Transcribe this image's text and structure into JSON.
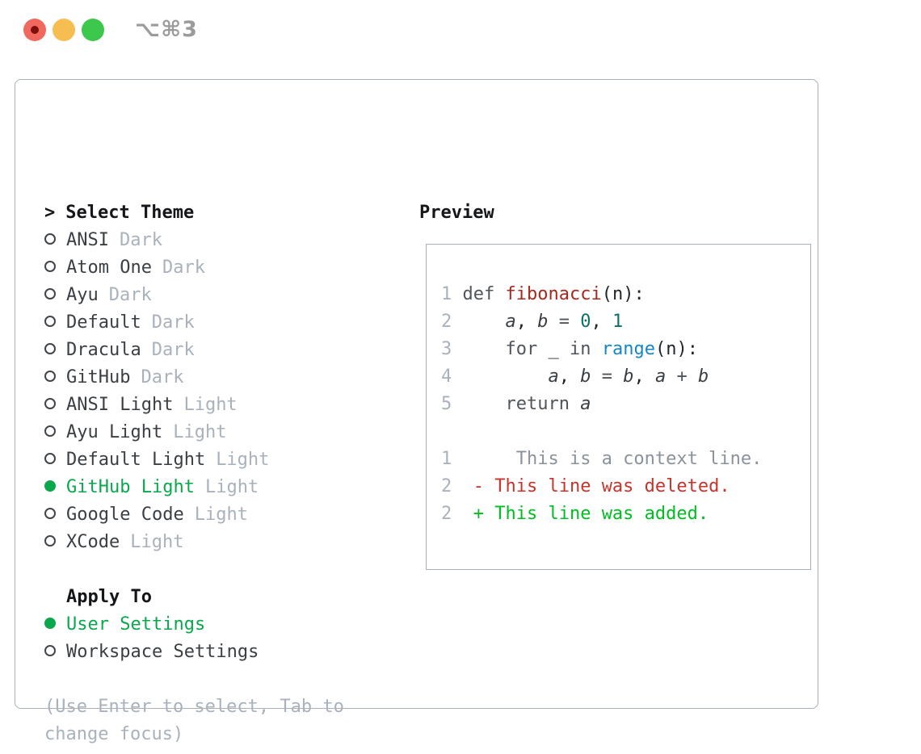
{
  "titlebar": {
    "title": "⌥⌘3",
    "buttons": [
      "close",
      "minimize",
      "zoom"
    ]
  },
  "colors": {
    "traffic_red": "#f1695e",
    "traffic_red_dot": "#7c1007",
    "traffic_yellow": "#f6be50",
    "traffic_green": "#3bc84c",
    "panel_border": "#a7b0b9",
    "text_dark": "#3a3f44",
    "text_header": "#141619",
    "text_muted": "#a9b2bc",
    "selected_green": "#0aa84c",
    "keyword_gray": "#50555b",
    "function_red": "#a8281e",
    "number_teal": "#0e6f6a",
    "builtin_blue": "#1687c5",
    "context_gray": "#8a929c",
    "diff_deleted_red": "#c9342a",
    "diff_added_green": "#00bd22",
    "title_gray": "#9b9b9b"
  },
  "theme_panel": {
    "prompt": ">",
    "header": "Select Theme",
    "themes": [
      {
        "name": "ANSI",
        "variant": "Dark",
        "selected": false
      },
      {
        "name": "Atom One",
        "variant": "Dark",
        "selected": false
      },
      {
        "name": "Ayu",
        "variant": "Dark",
        "selected": false
      },
      {
        "name": "Default",
        "variant": "Dark",
        "selected": false
      },
      {
        "name": "Dracula",
        "variant": "Dark",
        "selected": false
      },
      {
        "name": "GitHub",
        "variant": "Dark",
        "selected": false
      },
      {
        "name": "ANSI Light",
        "variant": "Light",
        "selected": false
      },
      {
        "name": "Ayu Light",
        "variant": "Light",
        "selected": false
      },
      {
        "name": "Default Light",
        "variant": "Light",
        "selected": false
      },
      {
        "name": "GitHub Light",
        "variant": "Light",
        "selected": true
      },
      {
        "name": "Google Code",
        "variant": "Light",
        "selected": false
      },
      {
        "name": "XCode",
        "variant": "Light",
        "selected": false
      }
    ],
    "apply_to": {
      "header": "Apply To",
      "options": [
        {
          "label": "User Settings",
          "selected": true
        },
        {
          "label": "Workspace Settings",
          "selected": false
        }
      ]
    },
    "help": [
      "(Use Enter to select, Tab to",
      "change focus)"
    ]
  },
  "preview": {
    "header": "Preview",
    "lines": [
      {
        "num": "1",
        "segs": [
          [
            "pn",
            " "
          ],
          [
            "kw",
            "def"
          ],
          [
            "pn",
            " "
          ],
          [
            "fn",
            "fibonacci"
          ],
          [
            "pn",
            "(n):"
          ]
        ]
      },
      {
        "num": "2",
        "segs": [
          [
            "pn",
            "     "
          ],
          [
            "vr",
            "a"
          ],
          [
            "pn",
            ", "
          ],
          [
            "vr",
            "b"
          ],
          [
            "pn",
            " "
          ],
          [
            "op",
            "="
          ],
          [
            "pn",
            " "
          ],
          [
            "nm",
            "0"
          ],
          [
            "pn",
            ", "
          ],
          [
            "nm",
            "1"
          ]
        ]
      },
      {
        "num": "3",
        "segs": [
          [
            "pn",
            "     "
          ],
          [
            "kw",
            "for"
          ],
          [
            "pn",
            " _ "
          ],
          [
            "kw",
            "in"
          ],
          [
            "pn",
            " "
          ],
          [
            "bi",
            "range"
          ],
          [
            "pn",
            "(n):"
          ]
        ]
      },
      {
        "num": "4",
        "segs": [
          [
            "pn",
            "         "
          ],
          [
            "vr",
            "a"
          ],
          [
            "pn",
            ", "
          ],
          [
            "vr",
            "b"
          ],
          [
            "pn",
            " "
          ],
          [
            "op",
            "="
          ],
          [
            "pn",
            " "
          ],
          [
            "vr",
            "b"
          ],
          [
            "pn",
            ", "
          ],
          [
            "vr",
            "a"
          ],
          [
            "pn",
            " "
          ],
          [
            "op",
            "+"
          ],
          [
            "pn",
            " "
          ],
          [
            "vr",
            "b"
          ]
        ]
      },
      {
        "num": "5",
        "segs": [
          [
            "pn",
            "     "
          ],
          [
            "kw",
            "return"
          ],
          [
            "pn",
            " "
          ],
          [
            "vr",
            "a"
          ]
        ]
      },
      {
        "num": "",
        "segs": []
      },
      {
        "num": "1",
        "segs": [
          [
            "ctx",
            "      This is a context line."
          ]
        ]
      },
      {
        "num": "2",
        "segs": [
          [
            "pn",
            "  "
          ],
          [
            "del",
            "- This line was deleted."
          ]
        ]
      },
      {
        "num": "2",
        "segs": [
          [
            "pn",
            "  "
          ],
          [
            "add",
            "+ This line was added."
          ]
        ]
      }
    ]
  }
}
